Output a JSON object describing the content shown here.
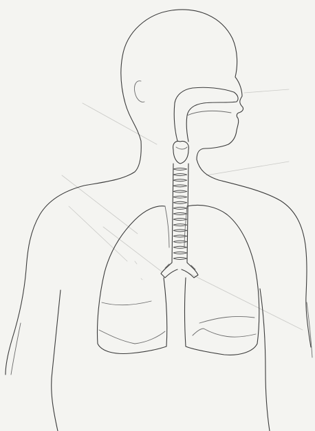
{
  "diagram": {
    "type": "anatomical-outline",
    "subject": "human-respiratory-system",
    "labels": [],
    "trachea_ring_count": 17,
    "colors": {
      "background": "#f4f4f1",
      "ink": "#3a3a3a",
      "guide_lines": "#c9c9c6"
    }
  }
}
